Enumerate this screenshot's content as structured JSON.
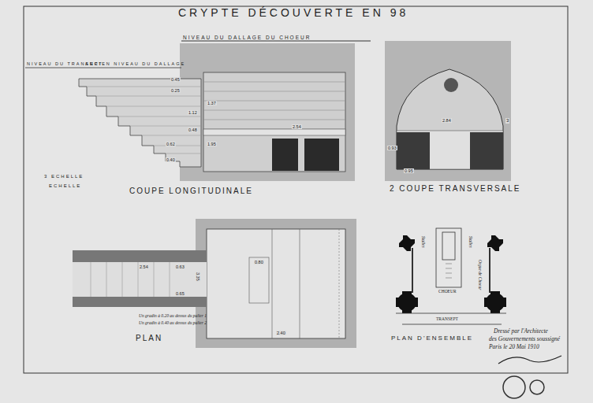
{
  "diagram": {
    "title": "CRYPTE DÉCOUVERTE EN 98",
    "labels": [
      "NIVEAU DU DALLAGE DU CHOEUR",
      "NIVEAU DU TRANSEPT",
      "ANCIEN NIVEAU DU DALLAGE",
      "3 ECHELLE",
      "ECHELLE",
      "COUPE LONGITUDINALE",
      "2 COUPE TRANSVERSALE",
      "PLAN",
      "PLAN D'ENSEMBLE",
      "CHOEUR",
      "TRANSEPT",
      "Stalles",
      "Stalles",
      "Orgue de Choeur",
      "Un gradin à 0.20 au dessus du palier 1",
      "Un gradin à 0.40 au dessus du palier 2",
      "Dressé par l'Architecte",
      "des Gouvernements soussigné",
      "Paris le 20 Mai 1910",
      "0.45",
      "0.25",
      "1.12",
      "0.48",
      "0.62",
      "0.40",
      "1.37",
      "1.95",
      "2.54",
      "2.84",
      "0.93",
      "3",
      "0.95",
      "2.54",
      "0.63",
      "0.65",
      "3.35",
      "0.80",
      "2.40"
    ]
  }
}
